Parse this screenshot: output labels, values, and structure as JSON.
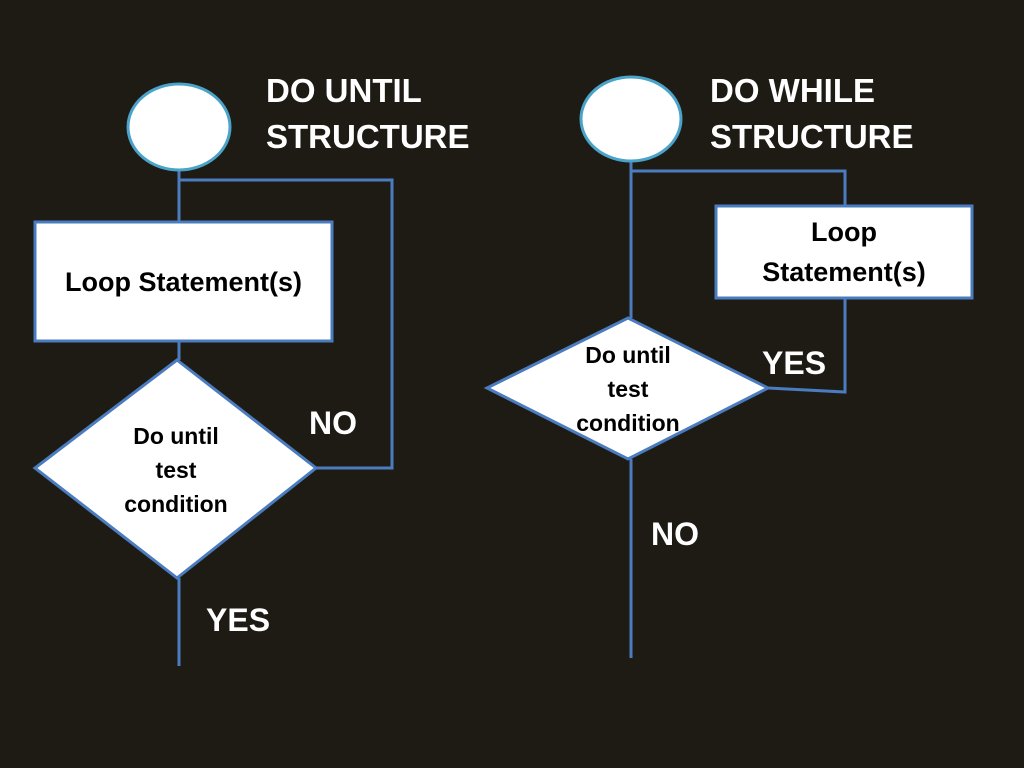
{
  "colors": {
    "background": "#1e1b14",
    "connector": "#4a7cbf",
    "shape_fill": "#ffffff",
    "circle_stroke": "#4aa3c8",
    "heading_text": "#ffffff",
    "shape_text": "#000000"
  },
  "do_until": {
    "title_line1": "DO UNTIL",
    "title_line2": "STRUCTURE",
    "statement_label": "Loop Statement(s)",
    "condition_line1": "Do until",
    "condition_line2": "test",
    "condition_line3": "condition",
    "no_label": "NO",
    "yes_label": "YES"
  },
  "do_while": {
    "title_line1": "DO WHILE",
    "title_line2": "STRUCTURE",
    "statement_line1": "Loop",
    "statement_line2": "Statement(s)",
    "condition_line1": "Do until",
    "condition_line2": "test",
    "condition_line3": "condition",
    "yes_label": "YES",
    "no_label": "NO"
  }
}
